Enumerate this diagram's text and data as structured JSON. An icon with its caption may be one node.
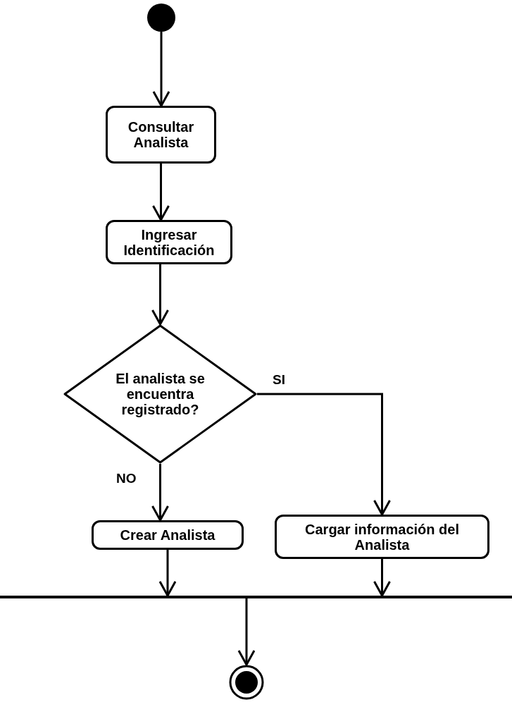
{
  "diagram": {
    "nodes": [
      {
        "text": [],
        "shape": "circle"
      },
      {
        "text": [
          "Consultar Analista"
        ]
      },
      {
        "text": [
          "Ingresar Identificación"
        ]
      },
      {
        "text": [
          "El analista se encuentra registrado?"
        ]
      },
      {
        "text": [
          "Crear Analista"
        ]
      },
      {
        "text": [
          "Cargar información del Analista"
        ]
      },
      {
        "text": [],
        "shape": "bar"
      },
      {
        "text": [],
        "shape": "bullseye"
      }
    ],
    "edges": [
      {
        "from": 0,
        "to": 1,
        "arrow": "to"
      },
      {
        "from": 1,
        "to": 2,
        "arrow": "to"
      },
      {
        "from": 2,
        "to": 3,
        "arrow": "to"
      },
      {
        "from": 3,
        "to": 4,
        "arrow": "to",
        "label": "NO"
      },
      {
        "from": 3,
        "to": 5,
        "arrow": "to",
        "label": "SI"
      },
      {
        "from": 4,
        "to": 6,
        "arrow": "to"
      },
      {
        "from": 5,
        "to": 6,
        "arrow": "to"
      },
      {
        "from": 6,
        "to": 7,
        "arrow": "to"
      }
    ]
  }
}
